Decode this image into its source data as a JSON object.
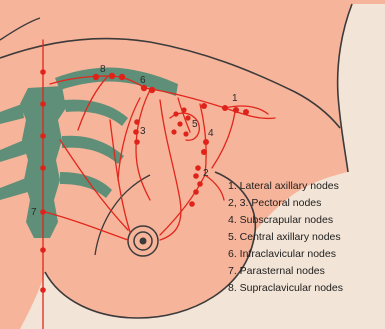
{
  "figure": {
    "colors": {
      "background": "#f2e4d6",
      "skin": "#f6b49a",
      "outline": "#3c3a3a",
      "skeleton": "#5f8f78",
      "vessel": "#e2261c",
      "node": "#e0231a"
    },
    "node_labels": {
      "n1": "1",
      "n2": "2",
      "n3": "3",
      "n4": "4",
      "n5": "5",
      "n6": "6",
      "n7": "7",
      "n8": "8"
    },
    "legend": [
      "1. Lateral axillary nodes",
      "2, 3. Pectoral nodes",
      "4. Subscrapular nodes",
      "5. Central axillary nodes",
      "6. Infraclavicular nodes",
      "7. Parasternal nodes",
      "8. Supraclavicular nodes"
    ]
  }
}
